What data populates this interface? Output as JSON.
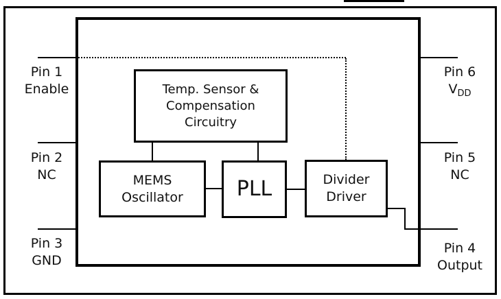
{
  "figure": {
    "type": "ic-block-diagram",
    "colors": {
      "line": "#000000",
      "background": "#ffffff"
    },
    "blocks": {
      "temp_sensor": {
        "line1": "Temp. Sensor &",
        "line2": "Compensation",
        "line3": "Circuitry"
      },
      "mems_oscillator": {
        "line1": "MEMS",
        "line2": "Oscillator"
      },
      "pll": {
        "label": "PLL"
      },
      "divider_driver": {
        "line1": "Divider",
        "line2": "Driver"
      }
    },
    "pins": {
      "pin1": {
        "name": "Pin 1",
        "function": "Enable"
      },
      "pin2": {
        "name": "Pin 2",
        "function": "NC"
      },
      "pin3": {
        "name": "Pin 3",
        "function": "GND"
      },
      "pin4": {
        "name": "Pin 4",
        "function": "Output"
      },
      "pin5": {
        "name": "Pin 5",
        "function": "NC"
      },
      "pin6": {
        "name": "Pin 6",
        "function_base": "V",
        "function_sub": "DD"
      }
    }
  }
}
